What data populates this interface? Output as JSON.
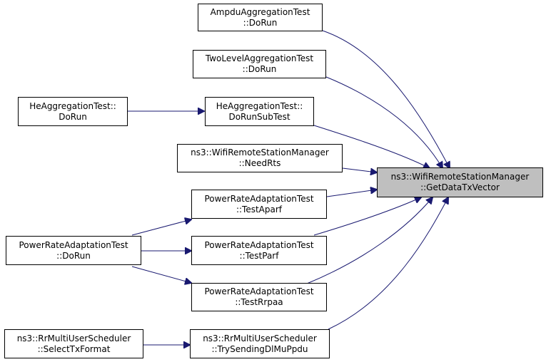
{
  "colors": {
    "edge": "#191970",
    "node_border": "#000000",
    "focus_fill": "#bfbfbf",
    "node_fill": "#ffffff"
  },
  "nodes": {
    "focus": {
      "line1": "ns3::WifiRemoteStationManager",
      "line2": "::GetDataTxVector"
    },
    "ampdu": {
      "line1": "AmpduAggregationTest",
      "line2": "::DoRun"
    },
    "twolevel": {
      "line1": "TwoLevelAggregationTest",
      "line2": "::DoRun"
    },
    "he_subtest": {
      "line1": "HeAggregationTest::",
      "line2": "DoRunSubTest"
    },
    "he_dorun": {
      "line1": "HeAggregationTest::",
      "line2": "DoRun"
    },
    "needrts": {
      "line1": "ns3::WifiRemoteStationManager",
      "line2": "::NeedRts"
    },
    "aparf": {
      "line1": "PowerRateAdaptationTest",
      "line2": "::TestAparf"
    },
    "parf": {
      "line1": "PowerRateAdaptationTest",
      "line2": "::TestParf"
    },
    "rrpaa": {
      "line1": "PowerRateAdaptationTest",
      "line2": "::TestRrpaa"
    },
    "pra_dorun": {
      "line1": "PowerRateAdaptationTest",
      "line2": "::DoRun"
    },
    "trysending": {
      "line1": "ns3::RrMultiUserScheduler",
      "line2": "::TrySendingDlMuPpdu"
    },
    "selecttx": {
      "line1": "ns3::RrMultiUserScheduler",
      "line2": "::SelectTxFormat"
    }
  }
}
